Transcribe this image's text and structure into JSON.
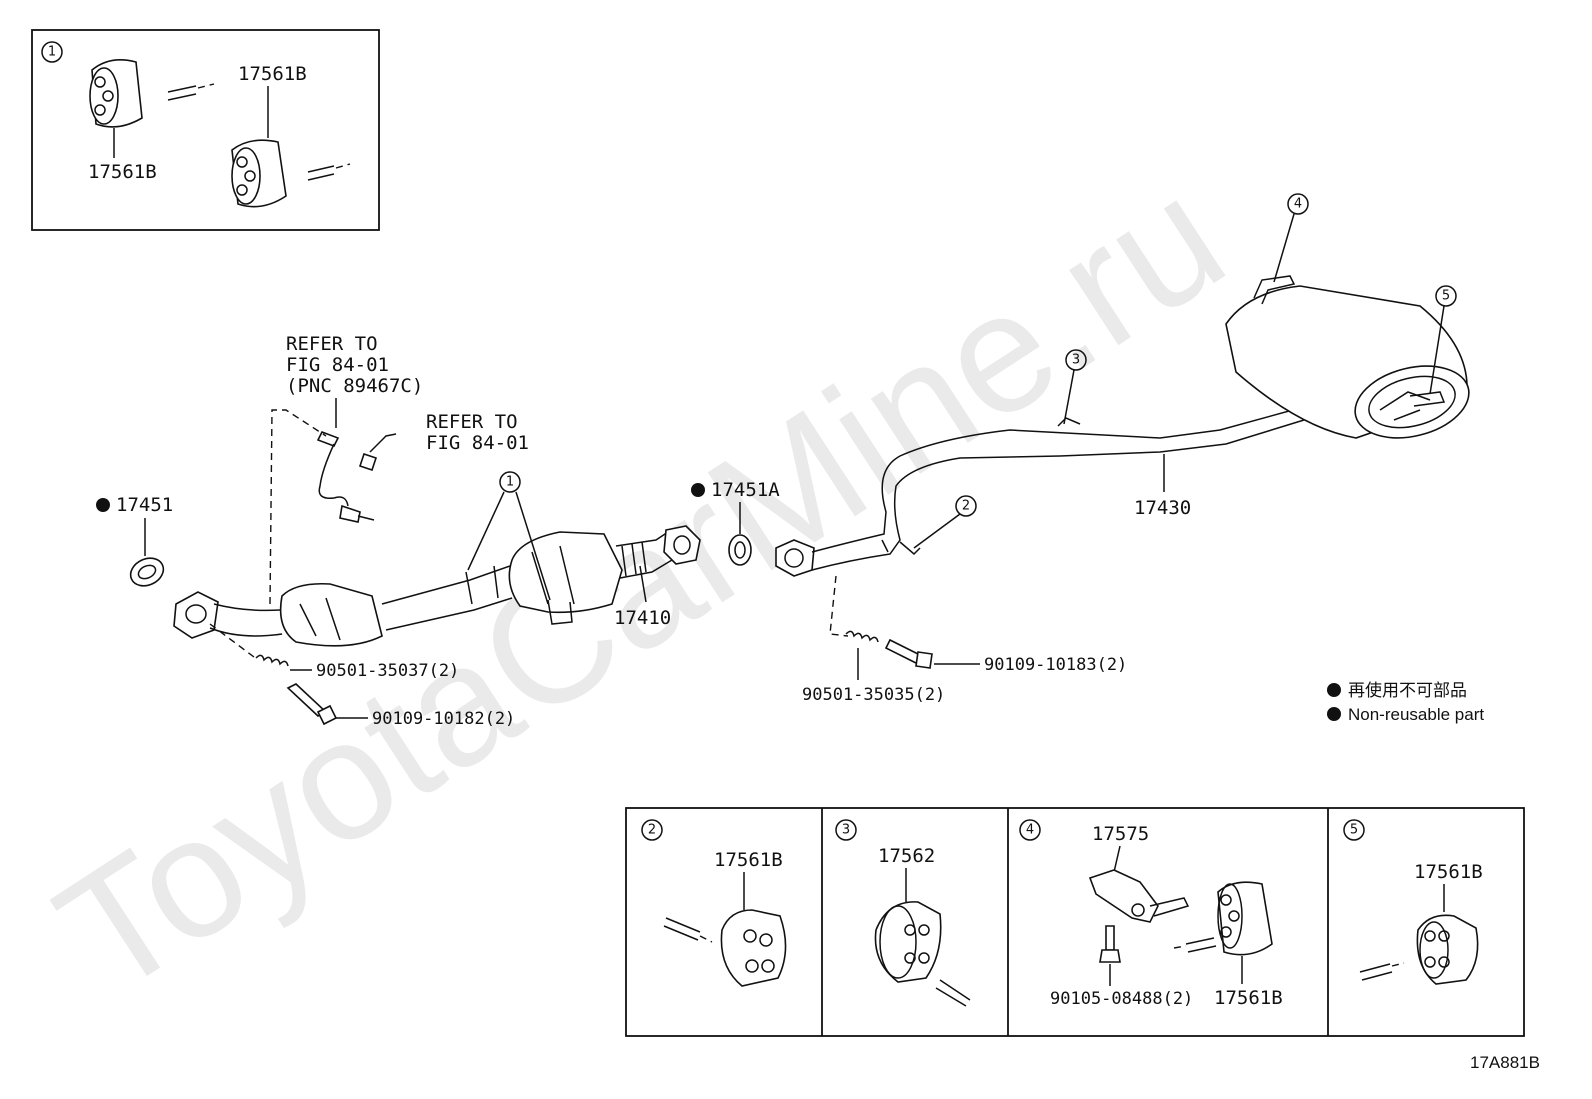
{
  "watermark": "ToyotaCarMine.ru",
  "figure_code": "17A881B",
  "legend": {
    "line1": "再使用不可部品",
    "line2": "Non-reusable part"
  },
  "callouts": {
    "c1": "1",
    "c2": "2",
    "c3": "3",
    "c4": "4",
    "c5": "5"
  },
  "parts": {
    "p17451": "17451",
    "p17451A": "17451A",
    "p17410": "17410",
    "p17430": "17430",
    "p90501_35037": "90501-35037(2)",
    "p90109_10182": "90109-10182(2)",
    "p90501_35035": "90501-35035(2)",
    "p90109_10183": "90109-10183(2)",
    "refer1_line1": "REFER TO",
    "refer1_line2": "FIG 84-01",
    "refer1_line3": "(PNC 89467C)",
    "refer2_line1": "REFER TO",
    "refer2_line2": "FIG 84-01"
  },
  "detail_boxes": {
    "box1": {
      "num": "1",
      "label_a": "17561B",
      "label_b": "17561B"
    },
    "box2": {
      "num": "2",
      "label": "17561B"
    },
    "box3": {
      "num": "3",
      "label": "17562"
    },
    "box4": {
      "num": "4",
      "label_bracket": "17575",
      "label_bolt": "90105-08488(2)",
      "label_hanger": "17561B"
    },
    "box5": {
      "num": "5",
      "label": "17561B"
    }
  }
}
